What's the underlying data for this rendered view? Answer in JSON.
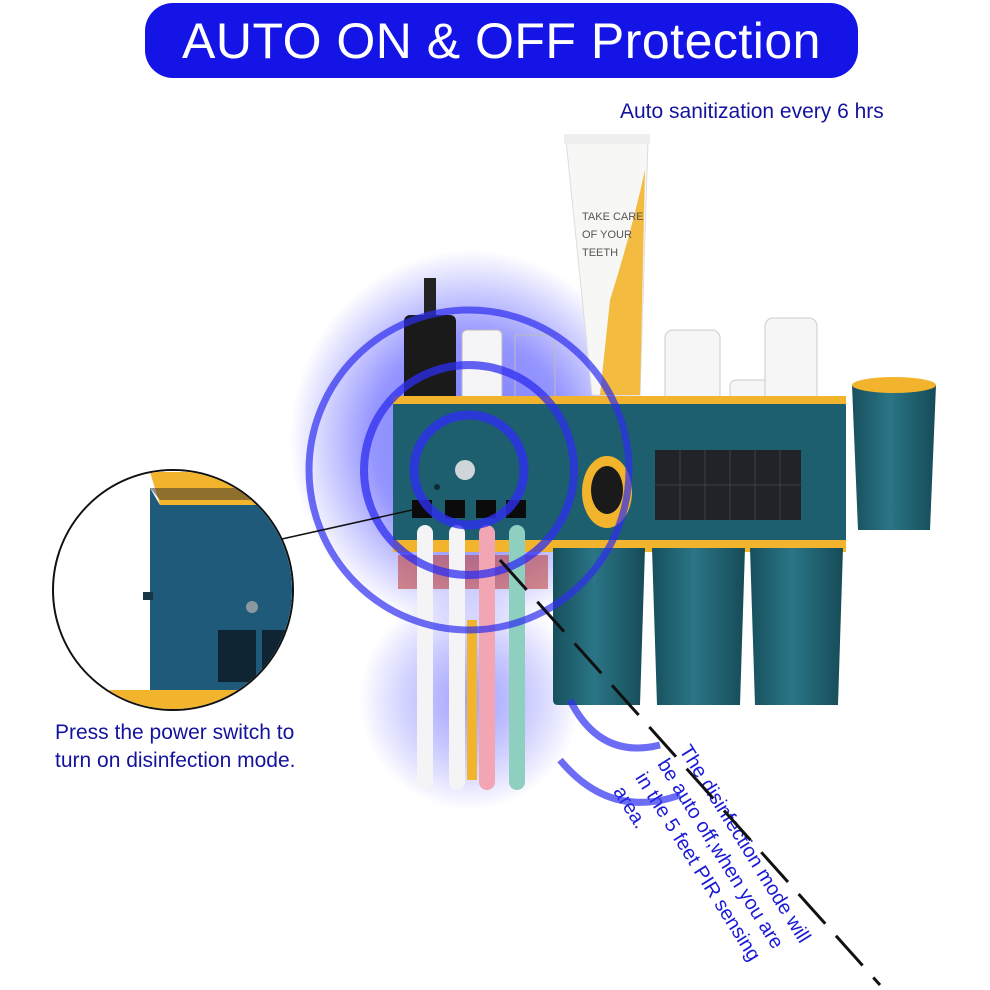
{
  "banner": {
    "title": "AUTO ON & OFF Protection"
  },
  "captions": {
    "top_right": "Auto sanitization every 6 hrs",
    "left_line1": "Press the power switch to",
    "left_line2": "turn on disinfection mode.",
    "diagonal": "The disinfection mode will be auto off,when you are in the 5 feet PIR sensing area."
  },
  "product": {
    "tube_text_line1": "TAKE CARE",
    "tube_text_line2": "OF YOUR",
    "tube_text_line3": "TEETH"
  },
  "colors": {
    "banner": "#1414e6",
    "caption": "#13139e",
    "body": "#1d5f6e",
    "accent": "#f2b42c",
    "uv_glow": "#3d3df5"
  }
}
